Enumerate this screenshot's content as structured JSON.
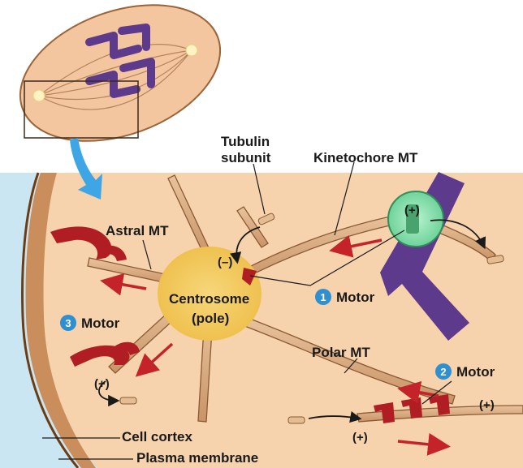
{
  "colors": {
    "background_band": "#cbe6f3",
    "cytoplasm": "#f6d2ad",
    "cell_cortex": "#c98e5c",
    "membrane_line": "#6b3d14",
    "centrosome": "#f4cc63",
    "microtubule_fill": "#d9a97b",
    "microtubule_stroke": "#8a5a33",
    "motor": "#b01d23",
    "arrow_red": "#c4232a",
    "chromosome": "#5e3a8c",
    "kinetochore": "#8ee3b0",
    "callout_blue": "#2f8fd0",
    "inset_cell": "#f3c6a0"
  },
  "labels": {
    "tubulin_line1": "Tubulin",
    "tubulin_line2": "subunit",
    "kinetochore_mt": "Kinetochore MT",
    "astral_mt": "Astral MT",
    "centrosome_line1": "Centrosome",
    "centrosome_line2": "(pole)",
    "minus_end": "(–)",
    "motor_1": "Motor",
    "motor_2": "Motor",
    "motor_3": "Motor",
    "polar_mt": "Polar MT",
    "plus_kinetochore": "(+)",
    "plus_astral": "(+)",
    "plus_polar_right": "(+)",
    "plus_polar_bottom": "(+)",
    "cell_cortex": "Cell cortex",
    "plasma_membrane": "Plasma membrane"
  },
  "callouts": {
    "one": "1",
    "two": "2",
    "three": "3"
  }
}
